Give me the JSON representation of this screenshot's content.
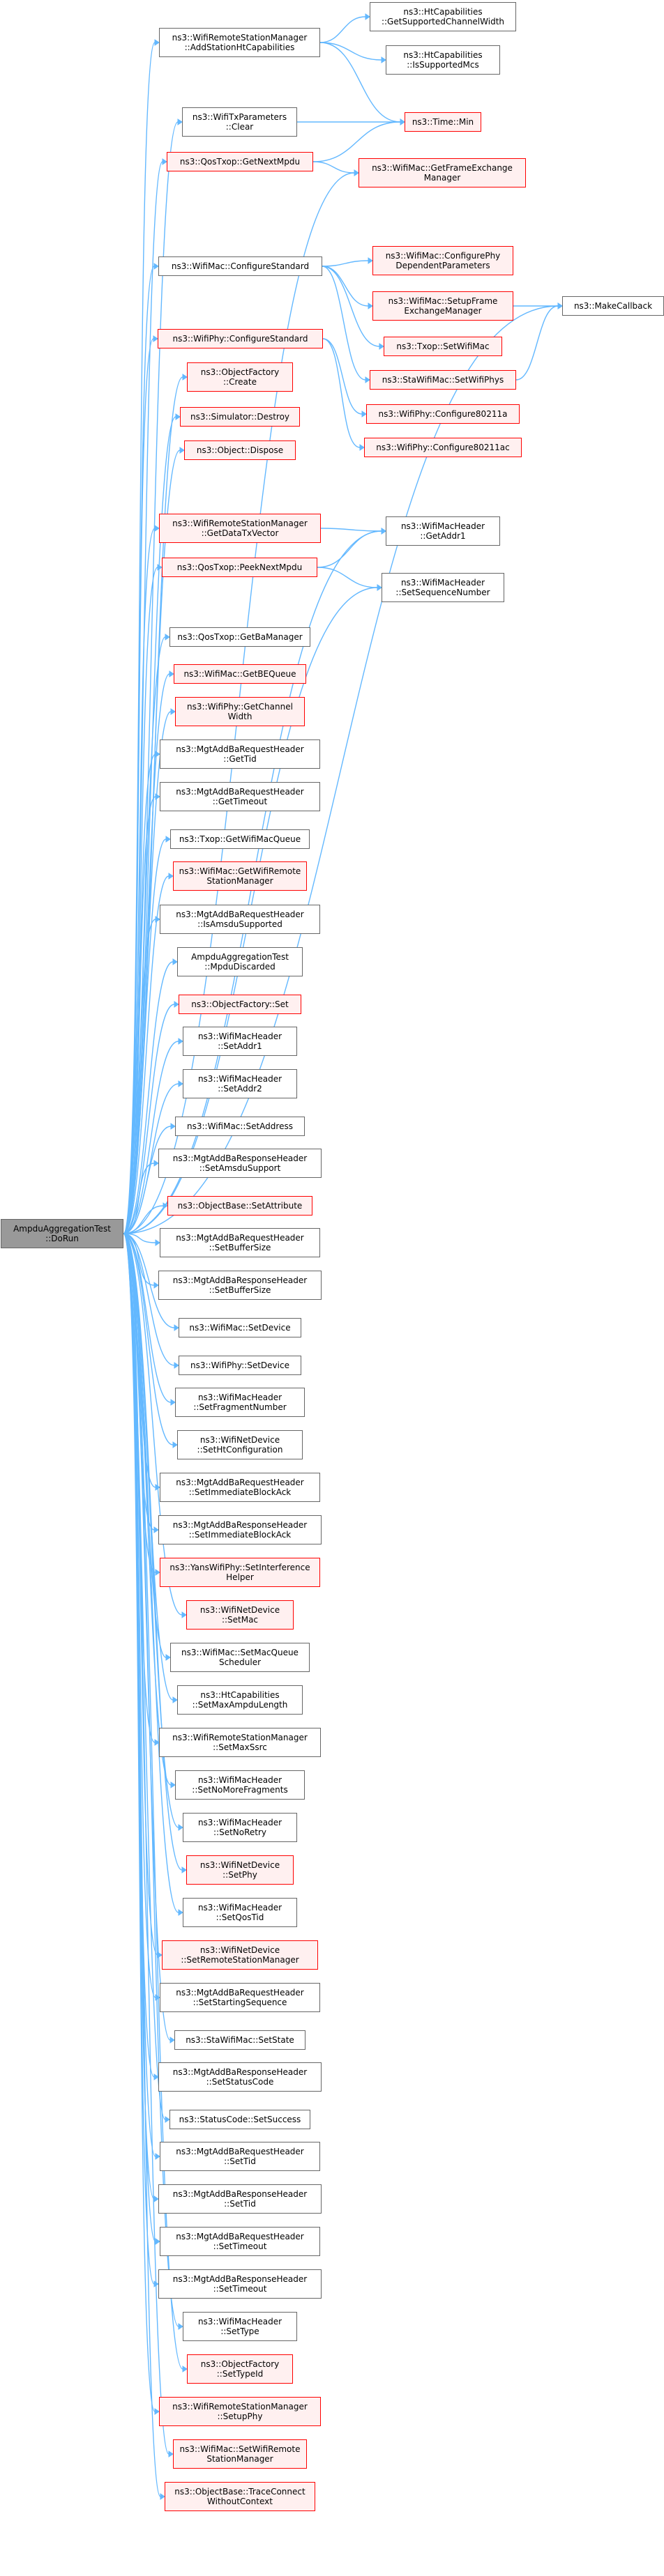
{
  "colors": {
    "edge": "#63b8ff",
    "node_border": "#666666",
    "missing_border": "#ff0000",
    "missing_fill": "#fff0f0",
    "root_fill": "#999999"
  },
  "root": {
    "lines": [
      "AmpduAggregationTest",
      "::DoRun"
    ]
  },
  "nodes": [
    {
      "id": "n0",
      "lines": [
        "ns3::WifiRemoteStationManager",
        "::AddStationHtCapabilities"
      ],
      "red": false
    },
    {
      "id": "n1",
      "lines": [
        "ns3::HtCapabilities",
        "::GetSupportedChannelWidth"
      ],
      "red": false
    },
    {
      "id": "n2",
      "lines": [
        "ns3::HtCapabilities",
        "::IsSupportedMcs"
      ],
      "red": false
    },
    {
      "id": "n3",
      "lines": [
        "ns3::WifiTxParameters",
        "::Clear"
      ],
      "red": false
    },
    {
      "id": "n4",
      "lines": [
        "ns3::Time::Min"
      ],
      "red": true
    },
    {
      "id": "n5",
      "lines": [
        "ns3::QosTxop::GetNextMpdu"
      ],
      "red": true
    },
    {
      "id": "n6",
      "lines": [
        "ns3::WifiMac::GetFrameExchange",
        "Manager"
      ],
      "red": true
    },
    {
      "id": "n7",
      "lines": [
        "ns3::WifiMac::ConfigureStandard"
      ],
      "red": false
    },
    {
      "id": "n8",
      "lines": [
        "ns3::WifiMac::ConfigurePhy",
        "DependentParameters"
      ],
      "red": true
    },
    {
      "id": "n9",
      "lines": [
        "ns3::WifiMac::SetupFrame",
        "ExchangeManager"
      ],
      "red": true
    },
    {
      "id": "n10",
      "lines": [
        "ns3::MakeCallback"
      ],
      "red": false
    },
    {
      "id": "n11",
      "lines": [
        "ns3::Txop::SetWifiMac"
      ],
      "red": true
    },
    {
      "id": "n12",
      "lines": [
        "ns3::WifiPhy::ConfigureStandard"
      ],
      "red": true
    },
    {
      "id": "n13",
      "lines": [
        "ns3::StaWifiMac::SetWifiPhys"
      ],
      "red": true
    },
    {
      "id": "n14",
      "lines": [
        "ns3::ObjectFactory",
        "::Create"
      ],
      "red": true
    },
    {
      "id": "n15",
      "lines": [
        "ns3::WifiPhy::Configure80211a"
      ],
      "red": true
    },
    {
      "id": "n16",
      "lines": [
        "ns3::WifiPhy::Configure80211ac"
      ],
      "red": true
    },
    {
      "id": "n17",
      "lines": [
        "ns3::Simulator::Destroy"
      ],
      "red": true
    },
    {
      "id": "n18",
      "lines": [
        "ns3::Object::Dispose"
      ],
      "red": true
    },
    {
      "id": "n19",
      "lines": [
        "ns3::WifiRemoteStationManager",
        "::GetDataTxVector"
      ],
      "red": true
    },
    {
      "id": "n20",
      "lines": [
        "ns3::WifiMacHeader",
        "::GetAddr1"
      ],
      "red": false
    },
    {
      "id": "n21",
      "lines": [
        "ns3::QosTxop::PeekNextMpdu"
      ],
      "red": true
    },
    {
      "id": "n22",
      "lines": [
        "ns3::WifiMacHeader",
        "::SetSequenceNumber"
      ],
      "red": false
    },
    {
      "id": "n23",
      "lines": [
        "ns3::QosTxop::GetBaManager"
      ],
      "red": false
    },
    {
      "id": "n24",
      "lines": [
        "ns3::WifiMac::GetBEQueue"
      ],
      "red": true
    },
    {
      "id": "n25",
      "lines": [
        "ns3::WifiPhy::GetChannel",
        "Width"
      ],
      "red": true
    },
    {
      "id": "n26",
      "lines": [
        "ns3::MgtAddBaRequestHeader",
        "::GetTid"
      ],
      "red": false
    },
    {
      "id": "n27",
      "lines": [
        "ns3::MgtAddBaRequestHeader",
        "::GetTimeout"
      ],
      "red": false
    },
    {
      "id": "n28",
      "lines": [
        "ns3::Txop::GetWifiMacQueue"
      ],
      "red": false
    },
    {
      "id": "n29",
      "lines": [
        "ns3::WifiMac::GetWifiRemote",
        "StationManager"
      ],
      "red": true
    },
    {
      "id": "n30",
      "lines": [
        "ns3::MgtAddBaRequestHeader",
        "::IsAmsduSupported"
      ],
      "red": false
    },
    {
      "id": "n31",
      "lines": [
        "AmpduAggregationTest",
        "::MpduDiscarded"
      ],
      "red": false
    },
    {
      "id": "n32",
      "lines": [
        "ns3::ObjectFactory::Set"
      ],
      "red": true
    },
    {
      "id": "n33",
      "lines": [
        "ns3::WifiMacHeader",
        "::SetAddr1"
      ],
      "red": false
    },
    {
      "id": "n34",
      "lines": [
        "ns3::WifiMacHeader",
        "::SetAddr2"
      ],
      "red": false
    },
    {
      "id": "n35",
      "lines": [
        "ns3::WifiMac::SetAddress"
      ],
      "red": false
    },
    {
      "id": "n36",
      "lines": [
        "ns3::MgtAddBaResponseHeader",
        "::SetAmsduSupport"
      ],
      "red": false
    },
    {
      "id": "n37",
      "lines": [
        "ns3::ObjectBase::SetAttribute"
      ],
      "red": true
    },
    {
      "id": "n38",
      "lines": [
        "ns3::MgtAddBaRequestHeader",
        "::SetBufferSize"
      ],
      "red": false
    },
    {
      "id": "n39",
      "lines": [
        "ns3::MgtAddBaResponseHeader",
        "::SetBufferSize"
      ],
      "red": false
    },
    {
      "id": "n40",
      "lines": [
        "ns3::WifiMac::SetDevice"
      ],
      "red": false
    },
    {
      "id": "n41",
      "lines": [
        "ns3::WifiPhy::SetDevice"
      ],
      "red": false
    },
    {
      "id": "n42",
      "lines": [
        "ns3::WifiMacHeader",
        "::SetFragmentNumber"
      ],
      "red": false
    },
    {
      "id": "n43",
      "lines": [
        "ns3::WifiNetDevice",
        "::SetHtConfiguration"
      ],
      "red": false
    },
    {
      "id": "n44",
      "lines": [
        "ns3::MgtAddBaRequestHeader",
        "::SetImmediateBlockAck"
      ],
      "red": false
    },
    {
      "id": "n45",
      "lines": [
        "ns3::MgtAddBaResponseHeader",
        "::SetImmediateBlockAck"
      ],
      "red": false
    },
    {
      "id": "n46",
      "lines": [
        "ns3::YansWifiPhy::SetInterference",
        "Helper"
      ],
      "red": true
    },
    {
      "id": "n47",
      "lines": [
        "ns3::WifiNetDevice",
        "::SetMac"
      ],
      "red": true
    },
    {
      "id": "n48",
      "lines": [
        "ns3::WifiMac::SetMacQueue",
        "Scheduler"
      ],
      "red": false
    },
    {
      "id": "n49",
      "lines": [
        "ns3::HtCapabilities",
        "::SetMaxAmpduLength"
      ],
      "red": false
    },
    {
      "id": "n50",
      "lines": [
        "ns3::WifiRemoteStationManager",
        "::SetMaxSsrc"
      ],
      "red": false
    },
    {
      "id": "n51",
      "lines": [
        "ns3::WifiMacHeader",
        "::SetNoMoreFragments"
      ],
      "red": false
    },
    {
      "id": "n52",
      "lines": [
        "ns3::WifiMacHeader",
        "::SetNoRetry"
      ],
      "red": false
    },
    {
      "id": "n53",
      "lines": [
        "ns3::WifiNetDevice",
        "::SetPhy"
      ],
      "red": true
    },
    {
      "id": "n54",
      "lines": [
        "ns3::WifiMacHeader",
        "::SetQosTid"
      ],
      "red": false
    },
    {
      "id": "n55",
      "lines": [
        "ns3::WifiNetDevice",
        "::SetRemoteStationManager"
      ],
      "red": true
    },
    {
      "id": "n56",
      "lines": [
        "ns3::MgtAddBaRequestHeader",
        "::SetStartingSequence"
      ],
      "red": false
    },
    {
      "id": "n57",
      "lines": [
        "ns3::StaWifiMac::SetState"
      ],
      "red": false
    },
    {
      "id": "n58",
      "lines": [
        "ns3::MgtAddBaResponseHeader",
        "::SetStatusCode"
      ],
      "red": false
    },
    {
      "id": "n59",
      "lines": [
        "ns3::StatusCode::SetSuccess"
      ],
      "red": false
    },
    {
      "id": "n60",
      "lines": [
        "ns3::MgtAddBaRequestHeader",
        "::SetTid"
      ],
      "red": false
    },
    {
      "id": "n61",
      "lines": [
        "ns3::MgtAddBaResponseHeader",
        "::SetTid"
      ],
      "red": false
    },
    {
      "id": "n62",
      "lines": [
        "ns3::MgtAddBaRequestHeader",
        "::SetTimeout"
      ],
      "red": false
    },
    {
      "id": "n63",
      "lines": [
        "ns3::MgtAddBaResponseHeader",
        "::SetTimeout"
      ],
      "red": false
    },
    {
      "id": "n64",
      "lines": [
        "ns3::WifiMacHeader",
        "::SetType"
      ],
      "red": false
    },
    {
      "id": "n65",
      "lines": [
        "ns3::ObjectFactory",
        "::SetTypeId"
      ],
      "red": true
    },
    {
      "id": "n66",
      "lines": [
        "ns3::WifiRemoteStationManager",
        "::SetupPhy"
      ],
      "red": true
    },
    {
      "id": "n67",
      "lines": [
        "ns3::WifiMac::SetWifiRemote",
        "StationManager"
      ],
      "red": true
    },
    {
      "id": "n68",
      "lines": [
        "ns3::ObjectBase::TraceConnect",
        "WithoutContext"
      ],
      "red": true
    }
  ],
  "edges": [
    [
      "root",
      "n0"
    ],
    [
      "root",
      "n3"
    ],
    [
      "root",
      "n5"
    ],
    [
      "root",
      "n6"
    ],
    [
      "root",
      "n7"
    ],
    [
      "root",
      "n10"
    ],
    [
      "root",
      "n12"
    ],
    [
      "root",
      "n14"
    ],
    [
      "root",
      "n17"
    ],
    [
      "root",
      "n18"
    ],
    [
      "root",
      "n19"
    ],
    [
      "root",
      "n20"
    ],
    [
      "root",
      "n21"
    ],
    [
      "root",
      "n22"
    ],
    [
      "root",
      "n23"
    ],
    [
      "root",
      "n24"
    ],
    [
      "root",
      "n25"
    ],
    [
      "root",
      "n26"
    ],
    [
      "root",
      "n27"
    ],
    [
      "root",
      "n28"
    ],
    [
      "root",
      "n29"
    ],
    [
      "root",
      "n30"
    ],
    [
      "root",
      "n31"
    ],
    [
      "root",
      "n32"
    ],
    [
      "root",
      "n33"
    ],
    [
      "root",
      "n34"
    ],
    [
      "root",
      "n35"
    ],
    [
      "root",
      "n36"
    ],
    [
      "root",
      "n37"
    ],
    [
      "root",
      "n38"
    ],
    [
      "root",
      "n39"
    ],
    [
      "root",
      "n40"
    ],
    [
      "root",
      "n41"
    ],
    [
      "root",
      "n42"
    ],
    [
      "root",
      "n43"
    ],
    [
      "root",
      "n44"
    ],
    [
      "root",
      "n45"
    ],
    [
      "root",
      "n46"
    ],
    [
      "root",
      "n47"
    ],
    [
      "root",
      "n48"
    ],
    [
      "root",
      "n49"
    ],
    [
      "root",
      "n50"
    ],
    [
      "root",
      "n51"
    ],
    [
      "root",
      "n52"
    ],
    [
      "root",
      "n53"
    ],
    [
      "root",
      "n54"
    ],
    [
      "root",
      "n55"
    ],
    [
      "root",
      "n56"
    ],
    [
      "root",
      "n57"
    ],
    [
      "root",
      "n58"
    ],
    [
      "root",
      "n59"
    ],
    [
      "root",
      "n60"
    ],
    [
      "root",
      "n61"
    ],
    [
      "root",
      "n62"
    ],
    [
      "root",
      "n63"
    ],
    [
      "root",
      "n64"
    ],
    [
      "root",
      "n65"
    ],
    [
      "root",
      "n66"
    ],
    [
      "root",
      "n67"
    ],
    [
      "root",
      "n68"
    ],
    [
      "n0",
      "n1"
    ],
    [
      "n0",
      "n2"
    ],
    [
      "n0",
      "n4"
    ],
    [
      "n3",
      "n4"
    ],
    [
      "n5",
      "n4"
    ],
    [
      "n5",
      "n6"
    ],
    [
      "n7",
      "n8"
    ],
    [
      "n7",
      "n9"
    ],
    [
      "n7",
      "n11"
    ],
    [
      "n7",
      "n13"
    ],
    [
      "n9",
      "n10"
    ],
    [
      "n13",
      "n10"
    ],
    [
      "n12",
      "n15"
    ],
    [
      "n12",
      "n16"
    ],
    [
      "n19",
      "n20"
    ],
    [
      "n21",
      "n20"
    ],
    [
      "n21",
      "n22"
    ]
  ]
}
